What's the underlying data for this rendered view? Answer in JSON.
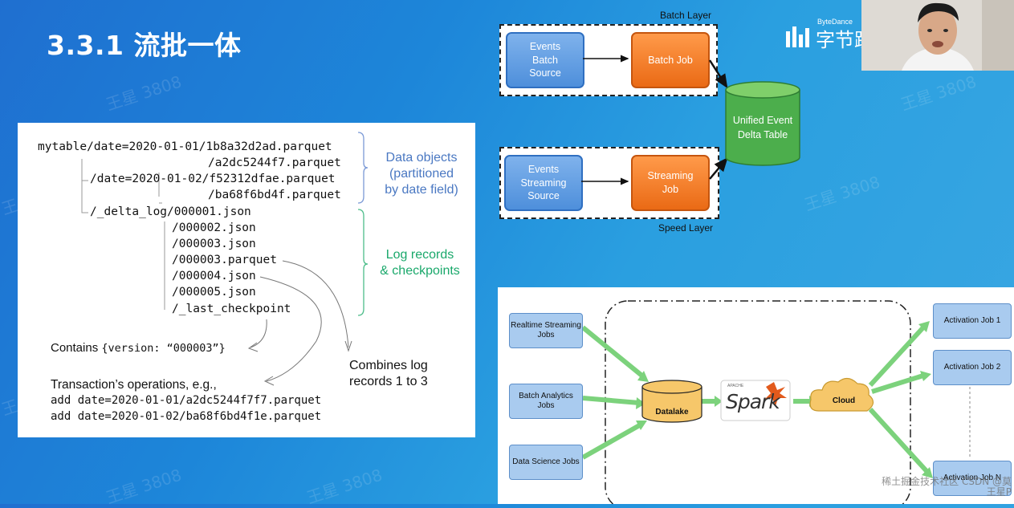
{
  "slide": {
    "title": "3.3.1 流批一体",
    "logo_text": "字节跳",
    "logo_brand": "ByteDance",
    "watermark": "王星 3808"
  },
  "left_panel": {
    "tree_lines": [
      "mytable/date=2020-01-01/1b8a32d2ad.parquet",
      "/a2dc5244f7.parquet",
      "/date=2020-01-02/f52312dfae.parquet",
      "/ba68f6bd4f.parquet",
      "/_delta_log/000001.json",
      "/000002.json",
      "/000003.json",
      "/000003.parquet",
      "/000004.json",
      "/000005.json",
      "/_last_checkpoint"
    ],
    "data_objects_label": "Data objects (partitioned by date field)",
    "data_objects_lines": [
      "Data objects",
      "(partitioned",
      "by date field)"
    ],
    "log_records_lines": [
      "Log records",
      "& checkpoints"
    ],
    "contains_prefix": "Contains ",
    "contains_code": "{version: “000003”}",
    "combines_lines": [
      "Combines log",
      "records 1 to 3"
    ],
    "transaction_label": "Transaction’s operations, e.g.,",
    "ops": [
      "add date=2020-01-01/a2dc5244f7f7.parquet",
      "add date=2020-01-02/ba68f6bd4f1e.parquet"
    ],
    "colors": {
      "blue_label": "#4a78c2",
      "green_label": "#1aa86b"
    }
  },
  "batch_diagram": {
    "batch_layer_label": "Batch Layer",
    "speed_layer_label": "Speed Layer",
    "events_batch_source": "Events Batch Source",
    "batch_job": "Batch Job",
    "events_streaming_source": "Events Streaming Source",
    "streaming_job": "Streaming Job",
    "unified_table": "Unified Event Delta Table"
  },
  "spark_diagram": {
    "realtime_jobs": "Realtime Streaming Jobs",
    "batch_analytics_jobs": "Batch Analytics Jobs",
    "data_science_jobs": "Data Science Jobs",
    "datalake": "Datalake",
    "spark_label": "Spark",
    "spark_apache": "APACHE",
    "cloud": "Cloud",
    "activation_1": "Activation Job 1",
    "activation_2": "Activation Job 2",
    "activation_n": "Activation Job N",
    "csdn_watermark": "稀土掘金技术社区 CSDN @莫王星P"
  }
}
